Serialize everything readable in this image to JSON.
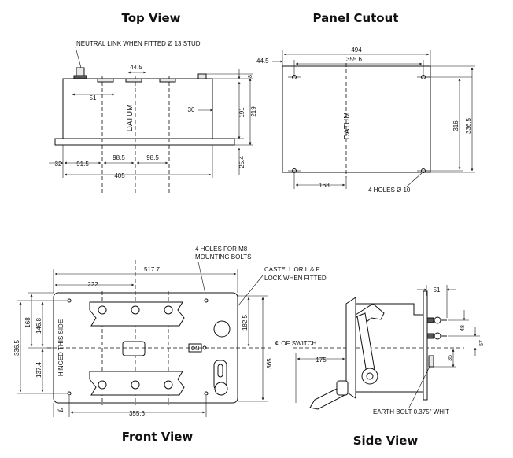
{
  "views": {
    "top": "Top View",
    "panel": "Panel Cutout",
    "front": "Front View",
    "side": "Side View"
  },
  "top_view": {
    "neutral_note": "NEUTRAL LINK WHEN FITTED Ø 13 STUD",
    "datum": "DATUM",
    "dims": {
      "d44_5": "44.5",
      "d51": "51",
      "d30": "30",
      "d8": "8",
      "d191": "191",
      "d219": "219",
      "d25_4": "25.4",
      "d32": "32",
      "d91_5": "91.5",
      "d98_5a": "98.5",
      "d98_5b": "98.5",
      "d405": "405"
    }
  },
  "panel_cutout": {
    "datum": "DATUM",
    "holes_note": "4 HOLES Ø 10",
    "dims": {
      "d44_5": "44.5",
      "d494": "494",
      "d355_6": "355.6",
      "d316": "316",
      "d336_5": "336.5",
      "d168": "168"
    }
  },
  "front_view": {
    "holes_note_1": "4 HOLES FOR M8",
    "holes_note_2": "MOUNTING BOLTS",
    "lock_note_1": "CASTELL OR L & F",
    "lock_note_2": "LOCK WHEN FITTED",
    "hinged": "HINGED THIS SIDE",
    "on_label": "ON",
    "switch_note": "℄ OF SWITCH",
    "dims": {
      "d517_7": "517.7",
      "d222": "222",
      "d182_5": "182.5",
      "d365": "365",
      "d336_5": "336.5",
      "d168": "168",
      "d146_8": "146.8",
      "d137_4": "137.4",
      "d54": "54",
      "d355_6": "355.6"
    }
  },
  "side_view": {
    "earth_note": "EARTH BOLT 0.375\" WHIT",
    "dims": {
      "d51": "51",
      "d48": "48",
      "d57": "57",
      "d35": "35",
      "d175": "175"
    }
  }
}
